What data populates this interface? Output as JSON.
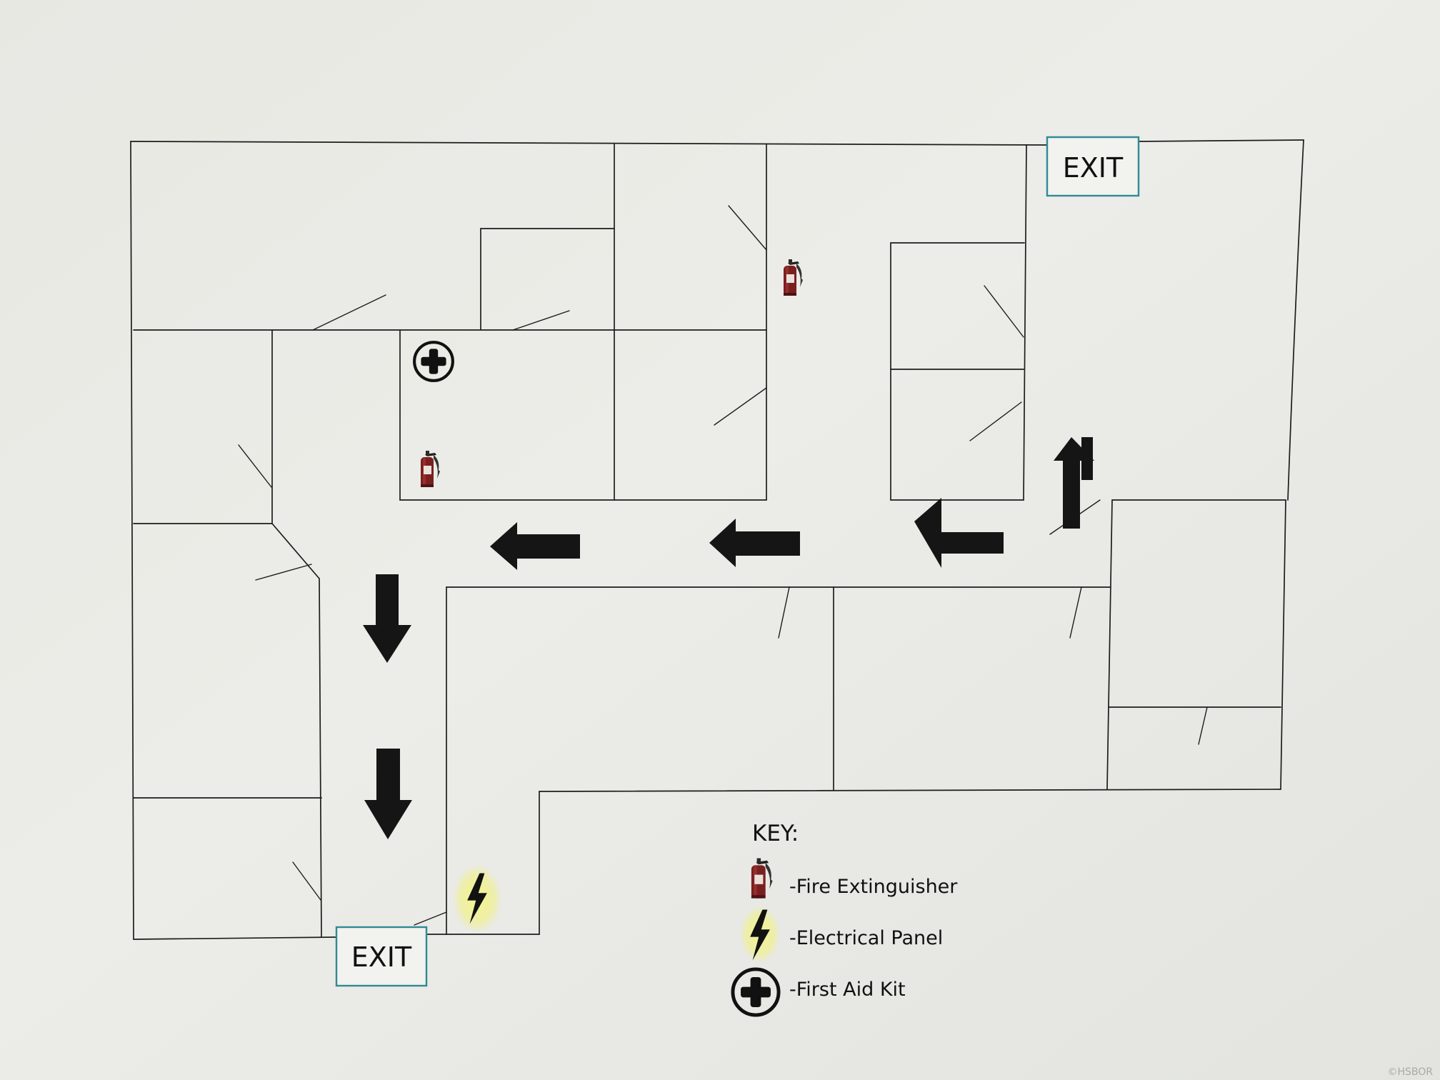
{
  "exits": [
    {
      "label": "EXIT"
    },
    {
      "label": "EXIT"
    }
  ],
  "key": {
    "title": "KEY:",
    "items": [
      {
        "icon": "fire-extinguisher-icon",
        "label": "-Fire Extinguisher"
      },
      {
        "icon": "lightning-bolt-icon",
        "label": "-Electrical Panel"
      },
      {
        "icon": "first-aid-icon",
        "label": "-First Aid Kit"
      }
    ]
  },
  "watermark": "©HSBOR",
  "colors": {
    "paper": "#e9e9e5",
    "walls": "#1d1d1d",
    "arrows": "#151515",
    "exit_border": "#2f8a94",
    "extinguisher": "#7a1f1f",
    "electrical_glow": "#f3f37a",
    "first_aid": "#111111"
  }
}
